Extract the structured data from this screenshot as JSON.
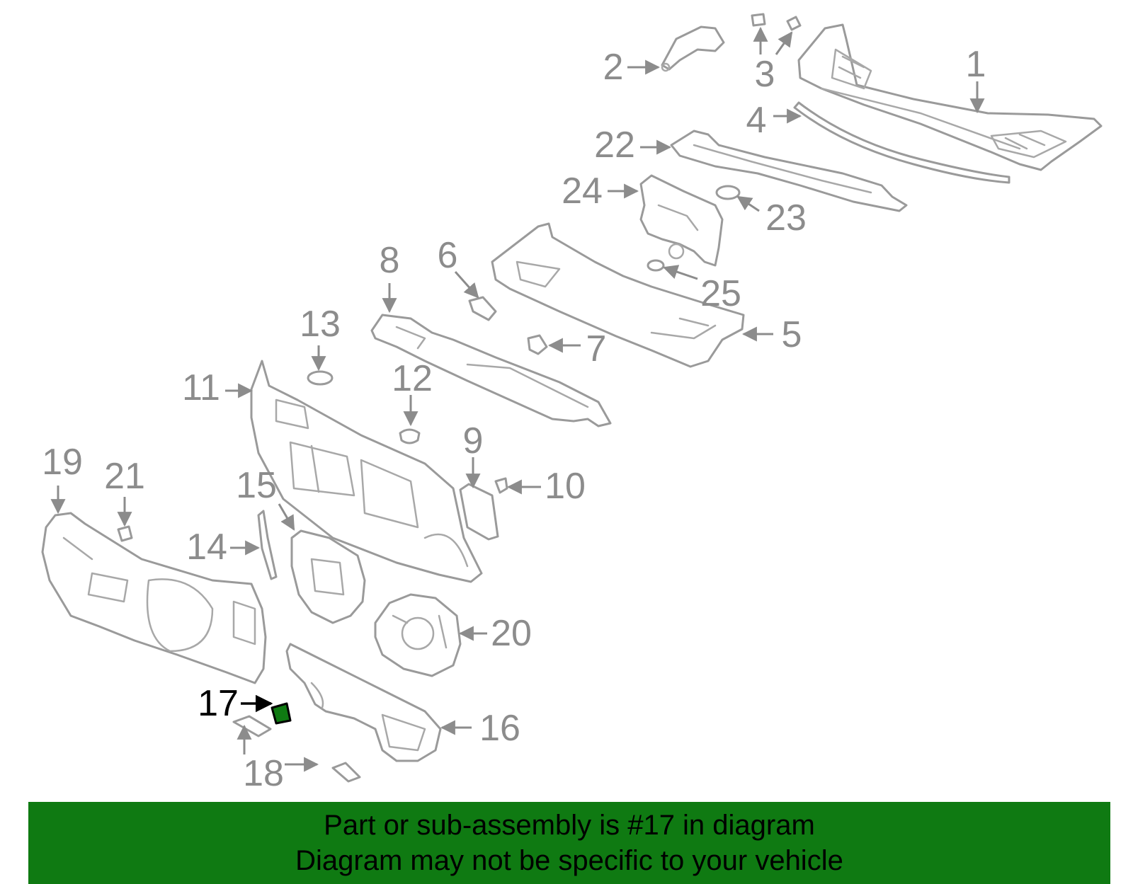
{
  "callouts": [
    {
      "num": "1"
    },
    {
      "num": "2"
    },
    {
      "num": "3"
    },
    {
      "num": "4"
    },
    {
      "num": "5"
    },
    {
      "num": "6"
    },
    {
      "num": "7"
    },
    {
      "num": "8"
    },
    {
      "num": "9"
    },
    {
      "num": "10"
    },
    {
      "num": "11"
    },
    {
      "num": "12"
    },
    {
      "num": "13"
    },
    {
      "num": "14"
    },
    {
      "num": "15"
    },
    {
      "num": "16"
    },
    {
      "num": "17"
    },
    {
      "num": "18"
    },
    {
      "num": "19"
    },
    {
      "num": "20"
    },
    {
      "num": "21"
    },
    {
      "num": "22"
    },
    {
      "num": "23"
    },
    {
      "num": "24"
    },
    {
      "num": "25"
    }
  ],
  "highlight": {
    "num": "17",
    "color": "#0f7a12"
  },
  "colors": {
    "label": "#8c8c8c",
    "line": "#9a9a9a",
    "banner": "#0f7a12",
    "highlight_label": "#000000"
  },
  "banner": {
    "line1": "Part or sub-assembly is #17 in diagram",
    "line2": "Diagram may not be specific to your vehicle"
  }
}
